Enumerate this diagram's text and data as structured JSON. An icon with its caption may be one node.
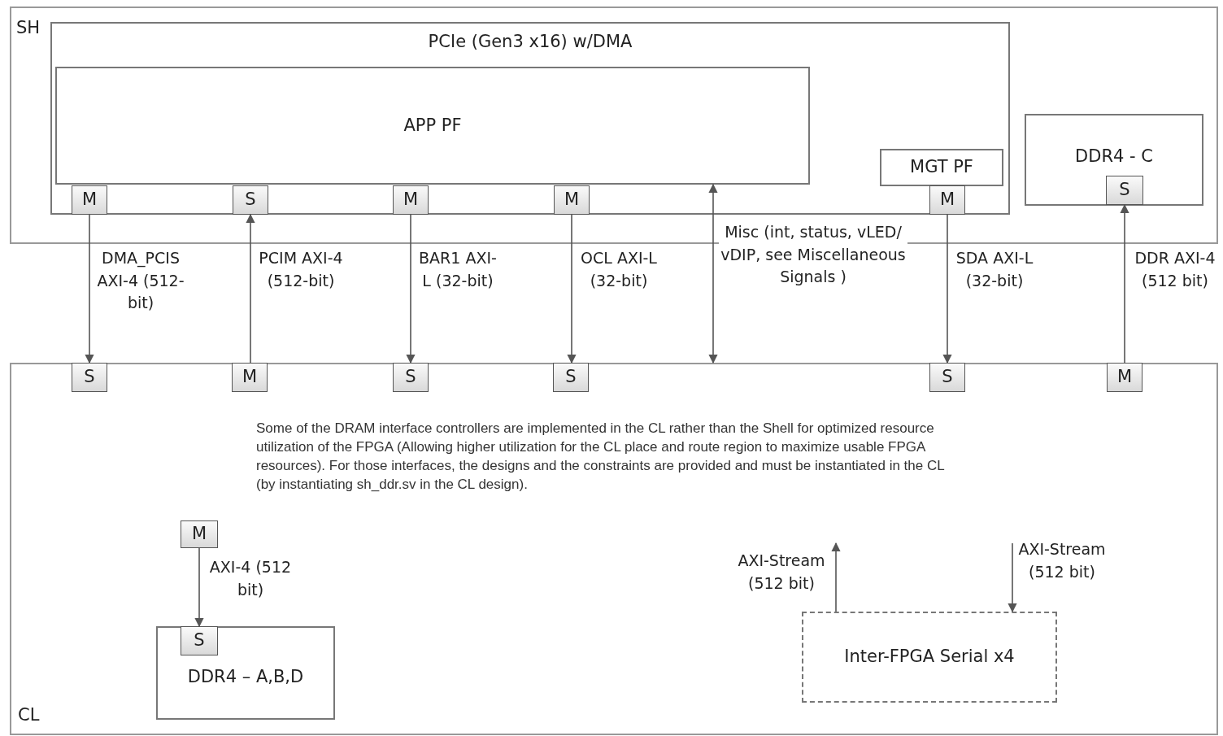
{
  "diagram": {
    "nodes": [
      {
        "text": [
          "SH"
        ]
      },
      {
        "text": [
          "PCIe (Gen3 x16) w/DMA"
        ],
        "in": 0
      },
      {
        "text": [
          "APP PF"
        ],
        "in": 1
      },
      {
        "text": [
          "M"
        ],
        "in": 1
      },
      {
        "text": [
          "S"
        ],
        "in": 1
      },
      {
        "text": [
          "M"
        ],
        "in": 1
      },
      {
        "text": [
          "M"
        ],
        "in": 1
      },
      {
        "text": [
          "MGT PF"
        ],
        "in": 1
      },
      {
        "text": [
          "M"
        ],
        "in": 1
      },
      {
        "text": [
          "DDR4 - C"
        ],
        "in": 0
      },
      {
        "text": [
          "S"
        ],
        "in": 9
      },
      {
        "text": [
          "CL"
        ]
      },
      {
        "text": [
          "S"
        ],
        "in": 11
      },
      {
        "text": [
          "M"
        ],
        "in": 11
      },
      {
        "text": [
          "S"
        ],
        "in": 11
      },
      {
        "text": [
          "S"
        ],
        "in": 11
      },
      {
        "text": [
          "S"
        ],
        "in": 11
      },
      {
        "text": [
          "M"
        ],
        "in": 11
      },
      {
        "text": [
          "M"
        ],
        "in": 11
      },
      {
        "text": [
          "DDR4 – A,B,D"
        ],
        "in": 11
      },
      {
        "text": [
          "S"
        ],
        "in": 19
      },
      {
        "text": [
          "Inter-FPGA Serial x4"
        ],
        "in": 11
      }
    ],
    "edges": [
      {
        "from": 3,
        "to": 12,
        "arrow": "to",
        "label": "DMA_PCIS AXI-4 (512-bit)"
      },
      {
        "from": 13,
        "to": 4,
        "arrow": "to",
        "label": "PCIM AXI-4 (512-bit)"
      },
      {
        "from": 5,
        "to": 14,
        "arrow": "to",
        "label": "BAR1 AXI-L (32-bit)"
      },
      {
        "from": 6,
        "to": 15,
        "arrow": "to",
        "label": "OCL AXI-L (32-bit)"
      },
      {
        "from": 2,
        "to": 11,
        "arrow": "both",
        "label": "Misc (int, status, vLED/ vDIP, see Miscellaneous Signals )"
      },
      {
        "from": 8,
        "to": 16,
        "arrow": "to",
        "label": "SDA AXI-L (32-bit)"
      },
      {
        "from": 17,
        "to": 10,
        "arrow": "to",
        "label": "DDR AXI-4 (512 bit)"
      },
      {
        "from": 18,
        "to": 20,
        "arrow": "to",
        "label": "AXI-4 (512 bit)"
      },
      {
        "from": 21,
        "to": null,
        "arrow": "to",
        "label": "AXI-Stream (512 bit)"
      },
      {
        "from": null,
        "to": 21,
        "arrow": "to",
        "label": "AXI-Stream (512 bit)"
      }
    ],
    "labels": [
      "Some of the DRAM interface controllers are implemented in the CL rather than the Shell for optimized resource utilization of the FPGA (Allowing higher utilization for the CL place and route region to maximize usable FPGA resources). For those interfaces, the designs and the constraints are provided and must be instantiated in the CL (by instantiating sh_ddr.sv in the CL design)."
    ]
  }
}
